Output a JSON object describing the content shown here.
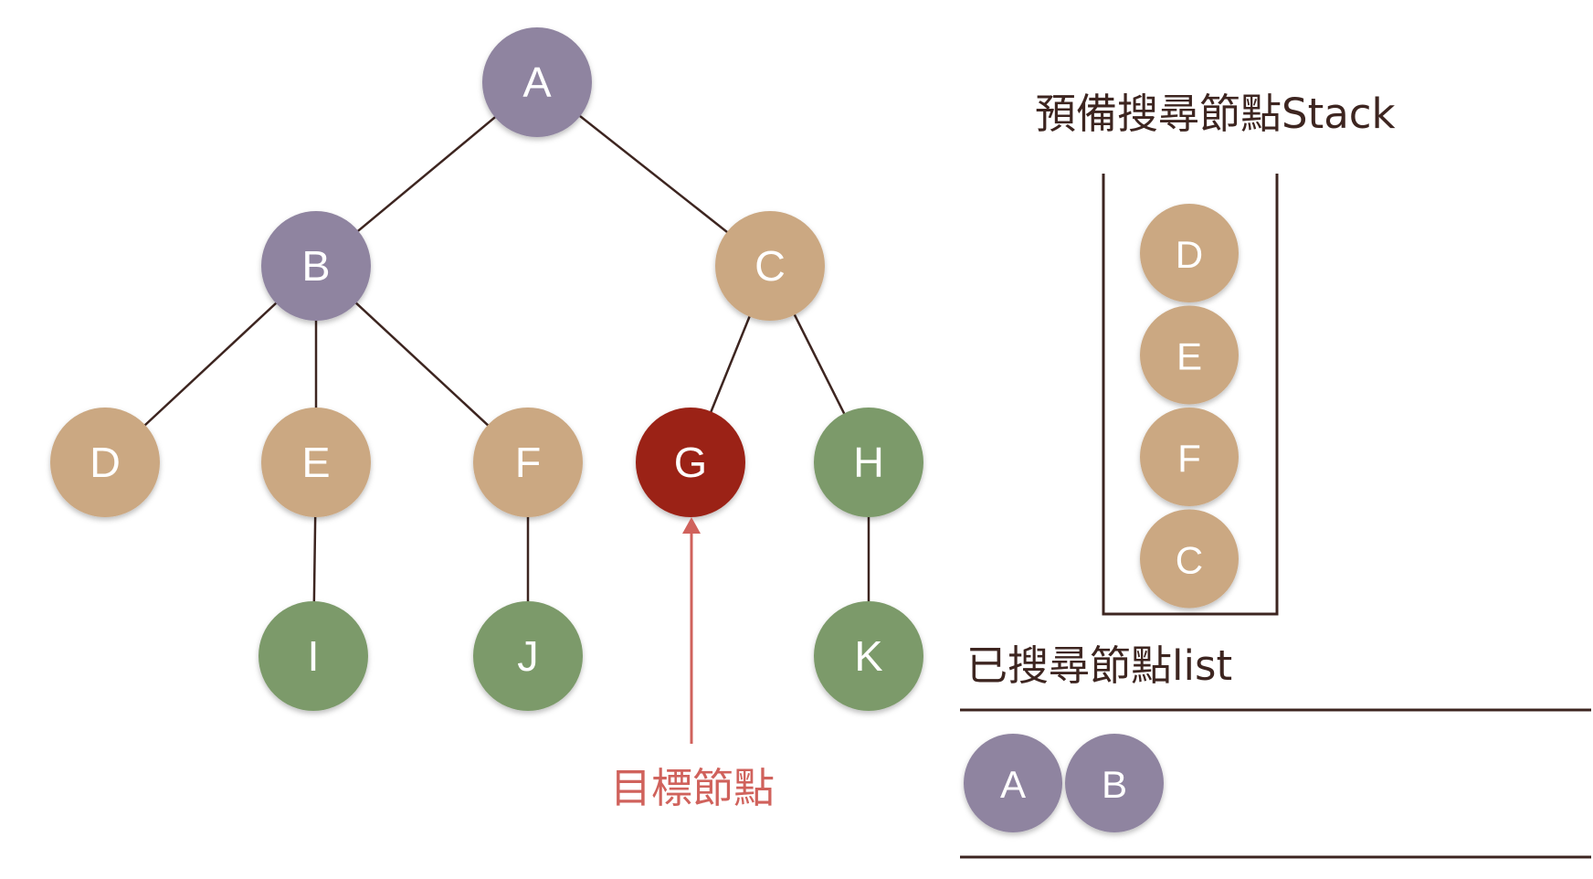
{
  "tree": {
    "nodes": [
      {
        "id": "A",
        "label": "A",
        "state": "visited"
      },
      {
        "id": "B",
        "label": "B",
        "state": "visited"
      },
      {
        "id": "C",
        "label": "C",
        "state": "stacked"
      },
      {
        "id": "D",
        "label": "D",
        "state": "stacked"
      },
      {
        "id": "E",
        "label": "E",
        "state": "stacked"
      },
      {
        "id": "F",
        "label": "F",
        "state": "stacked"
      },
      {
        "id": "G",
        "label": "G",
        "state": "target"
      },
      {
        "id": "H",
        "label": "H",
        "state": "unvisited"
      },
      {
        "id": "I",
        "label": "I",
        "state": "unvisited"
      },
      {
        "id": "J",
        "label": "J",
        "state": "unvisited"
      },
      {
        "id": "K",
        "label": "K",
        "state": "unvisited"
      }
    ],
    "edges": [
      [
        "A",
        "B"
      ],
      [
        "A",
        "C"
      ],
      [
        "B",
        "D"
      ],
      [
        "B",
        "E"
      ],
      [
        "B",
        "F"
      ],
      [
        "C",
        "G"
      ],
      [
        "C",
        "H"
      ],
      [
        "E",
        "I"
      ],
      [
        "F",
        "J"
      ],
      [
        "H",
        "K"
      ]
    ],
    "target_label": "目標節點"
  },
  "stack": {
    "title": "預備搜尋節點Stack",
    "items": [
      "D",
      "E",
      "F",
      "C"
    ]
  },
  "visited_list": {
    "title": "已搜尋節點list",
    "items": [
      "A",
      "B"
    ]
  },
  "colors": {
    "visited": "#8f84a0",
    "stacked": "#cba882",
    "target": "#9b2218",
    "unvisited": "#7c9a6a",
    "line": "#3d2520",
    "target_text": "#d0625c"
  }
}
